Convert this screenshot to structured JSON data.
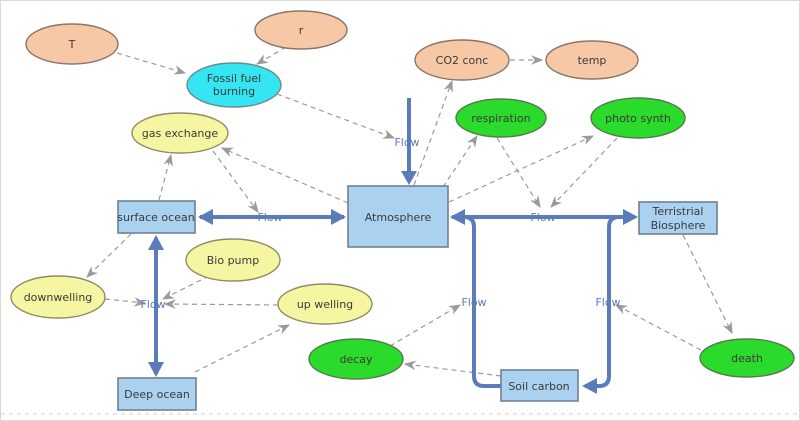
{
  "diagram_type": "stock-and-flow carbon cycle model",
  "colors": {
    "stock_fill": "#abd1f1",
    "stock_border": "#708090",
    "flow_blue": "#5b7cba",
    "link_gray": "#9a9a9a",
    "variable_peach": "#f6c8a6",
    "variable_cyan": "#35e6f2",
    "variable_yellow": "#f6f6a2",
    "variable_green": "#2bdb2b",
    "background": "#ffffff"
  },
  "stocks": {
    "atmosphere": {
      "label": "Atmosphere"
    },
    "surface_ocean": {
      "label": "surface ocean"
    },
    "deep_ocean": {
      "label": "Deep ocean"
    },
    "soil_carbon": {
      "label": "Soil carbon"
    },
    "terrestrial_biosphere": {
      "label_line1": "Terristrial",
      "label_line2": "Biosphere"
    }
  },
  "variables": {
    "t": {
      "label": "T"
    },
    "r": {
      "label": "r"
    },
    "fossil_fuel_burning": {
      "label_line1": "Fossil fuel",
      "label_line2": "burning"
    },
    "co2_conc": {
      "label": "CO2 conc"
    },
    "temp": {
      "label": "temp"
    },
    "gas_exchange": {
      "label": "gas exchange"
    },
    "respiration": {
      "label": "respiration"
    },
    "photo_synth": {
      "label": "photo synth"
    },
    "bio_pump": {
      "label": "Bio pump"
    },
    "downwelling": {
      "label": "downwelling"
    },
    "up_welling": {
      "label": "up welling"
    },
    "decay": {
      "label": "decay"
    },
    "death": {
      "label": "death"
    }
  },
  "flows": {
    "emissions_in": {
      "label": "Flow"
    },
    "surface_atmosphere": {
      "label": "Flow"
    },
    "surface_deep": {
      "label": "Flow"
    },
    "atmosphere_terrestrial": {
      "label": "Flow"
    },
    "soil_atmosphere": {
      "label": "Flow"
    },
    "terrestrial_soil": {
      "label": "Flow"
    }
  },
  "links": [
    {
      "from": "T",
      "to": "Fossil fuel burning"
    },
    {
      "from": "r",
      "to": "Fossil fuel burning"
    },
    {
      "from": "Fossil fuel burning",
      "to": "Flow (emissions into Atmosphere)"
    },
    {
      "from": "Atmosphere",
      "to": "CO2 conc"
    },
    {
      "from": "CO2 conc",
      "to": "temp"
    },
    {
      "from": "Atmosphere",
      "to": "respiration"
    },
    {
      "from": "respiration",
      "to": "Flow (Atmosphere-Terristrial)"
    },
    {
      "from": "Atmosphere",
      "to": "photo synth"
    },
    {
      "from": "photo synth",
      "to": "Flow (Atmosphere-Terristrial)"
    },
    {
      "from": "surface ocean",
      "to": "gas exchange"
    },
    {
      "from": "Atmosphere",
      "to": "gas exchange"
    },
    {
      "from": "gas exchange",
      "to": "Flow (surface ocean-Atmosphere)"
    },
    {
      "from": "surface ocean",
      "to": "downwelling"
    },
    {
      "from": "downwelling",
      "to": "Flow (surface-Deep ocean)"
    },
    {
      "from": "Bio pump",
      "to": "Flow (surface-Deep ocean)"
    },
    {
      "from": "up welling",
      "to": "Flow (surface-Deep ocean)"
    },
    {
      "from": "Deep ocean",
      "to": "up welling"
    },
    {
      "from": "Soil carbon",
      "to": "decay"
    },
    {
      "from": "decay",
      "to": "Flow (Soil carbon-Atmosphere)"
    },
    {
      "from": "Terristrial Biosphere",
      "to": "death"
    },
    {
      "from": "death",
      "to": "Flow (Terristrial-Soil carbon)"
    }
  ]
}
